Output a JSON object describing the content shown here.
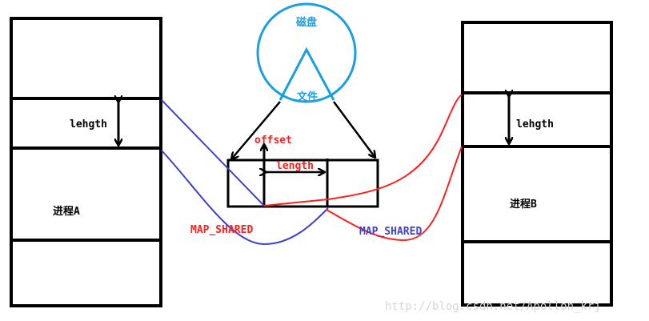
{
  "disk_label": "磁盘",
  "file_label": "文件",
  "process_a": {
    "label": "进程A",
    "region_label": "lehgth"
  },
  "process_b": {
    "label": "进程B",
    "region_label": "lehgth"
  },
  "file_mapping": {
    "offset_label": "offset",
    "length_label": "length"
  },
  "mappings": [
    {
      "label": "MAP_SHARED",
      "color": "#ff2020"
    },
    {
      "label": "MAP_SHARED",
      "color": "#4040d0"
    }
  ],
  "colors": {
    "disk": "#1a9fe0",
    "box": "#000000",
    "red": "#ff2020",
    "blue": "#4040d0"
  },
  "watermark": "http://blog.csdn.net/Apollon_krj"
}
